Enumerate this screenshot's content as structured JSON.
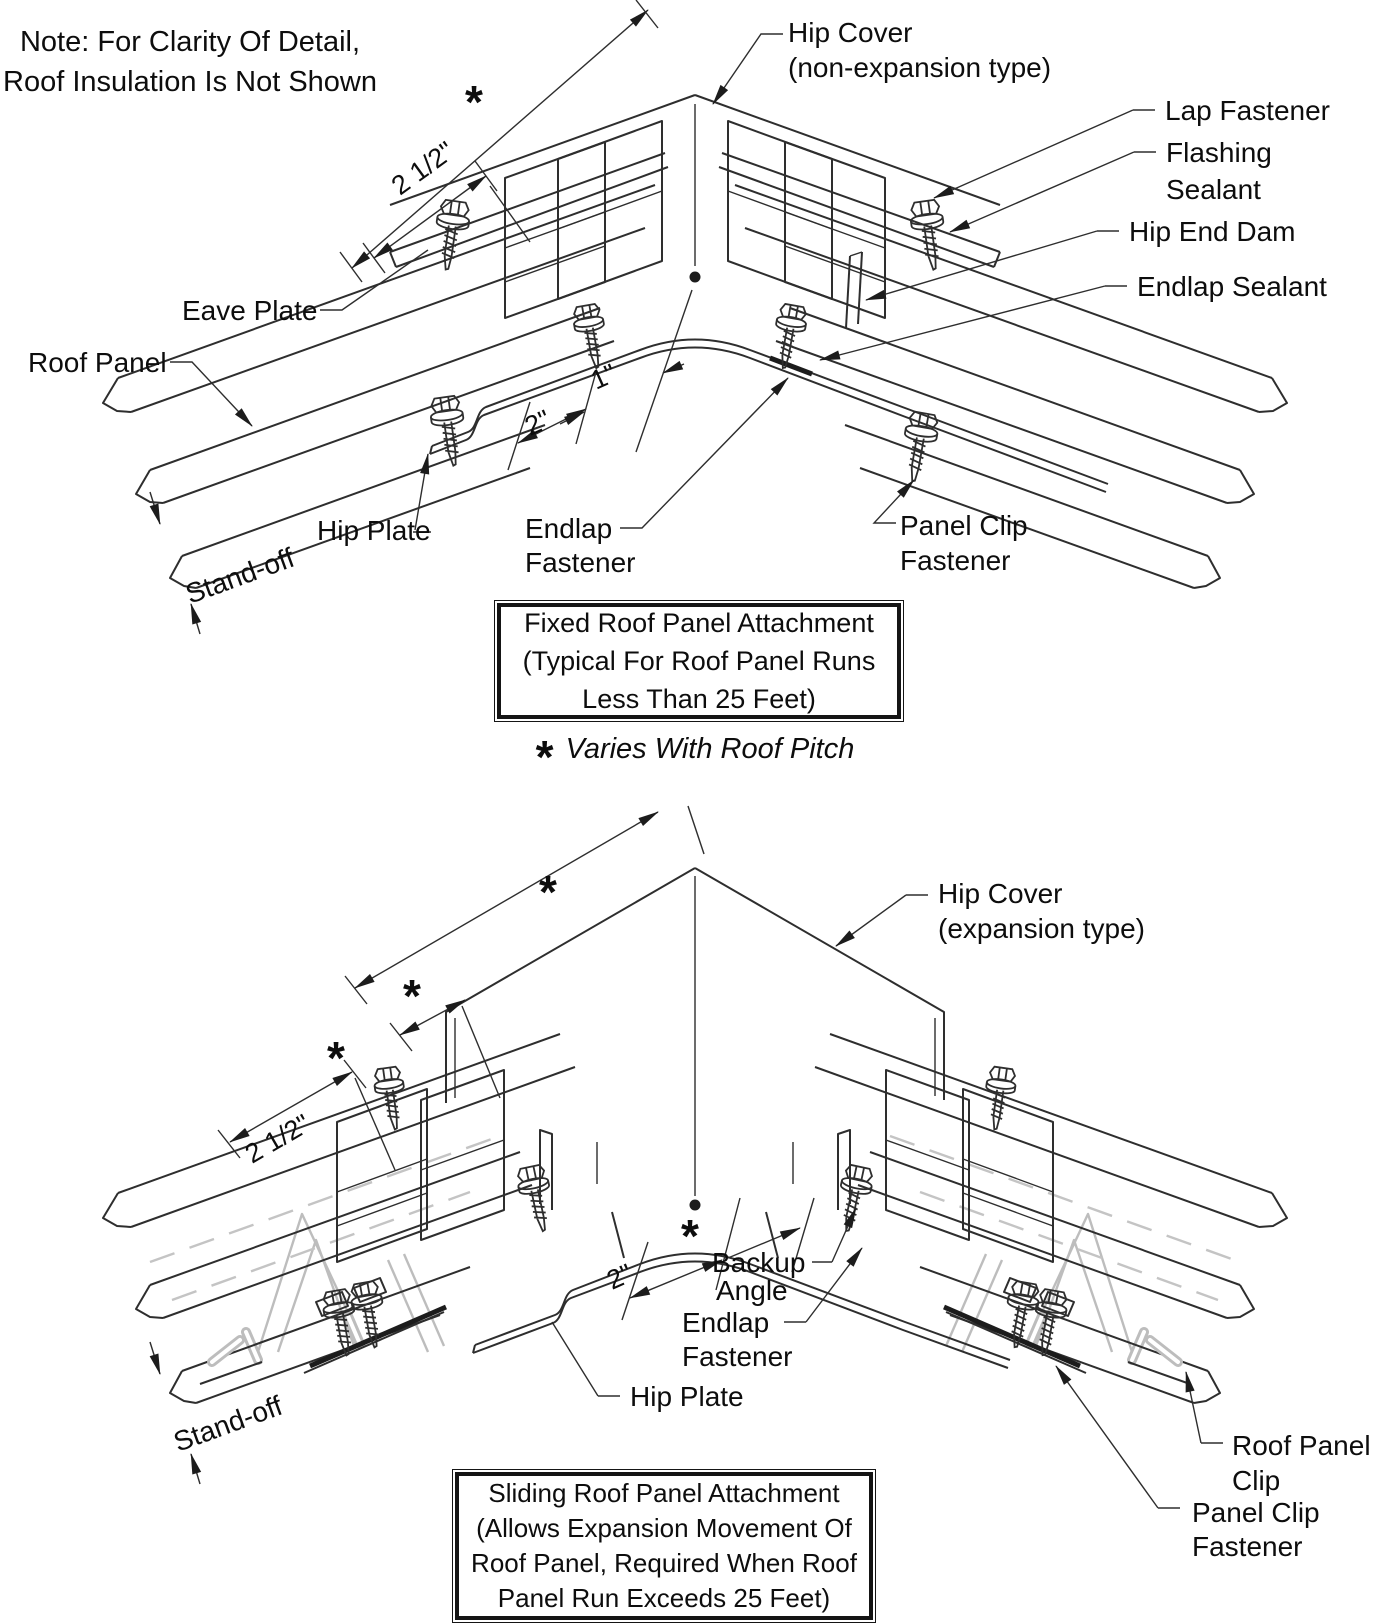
{
  "colors": {
    "background": "#ffffff",
    "line": "#2e2e2e",
    "text": "#0d0d0d",
    "ghost": "#bdbdbd"
  },
  "note": {
    "line1": "Note: For Clarity Of Detail,",
    "line2": "Roof Insulation Is Not Shown"
  },
  "top": {
    "labels": {
      "hip_cover_line1": "Hip Cover",
      "hip_cover_line2": "(non-expansion type)",
      "lap_fastener": "Lap Fastener",
      "flashing_line1": "Flashing",
      "flashing_line2": "Sealant",
      "hip_end_dam": "Hip End Dam",
      "endlap_sealant": "Endlap Sealant",
      "eave_plate": "Eave Plate",
      "roof_panel": "Roof Panel",
      "hip_plate": "Hip Plate",
      "endlap_fastener_line1": "Endlap",
      "endlap_fastener_line2": "Fastener",
      "panel_clip_line1": "Panel Clip",
      "panel_clip_line2": "Fastener",
      "stand_off": "Stand-off"
    },
    "dims": {
      "asterisk": "*",
      "two_half": "2 1/2\"",
      "two": "2\"",
      "one": "1\""
    },
    "title_box": [
      "Fixed Roof Panel Attachment",
      "(Typical For Roof Panel Runs",
      "Less Than 25 Feet)"
    ],
    "footnote": {
      "symbol": "*",
      "text": "Varies With Roof Pitch"
    }
  },
  "bottom": {
    "labels": {
      "hip_cover_line1": "Hip Cover",
      "hip_cover_line2": "(expansion type)",
      "backup_line1": "Backup",
      "backup_line2": "Angle",
      "endlap_fastener_line1": "Endlap",
      "endlap_fastener_line2": "Fastener",
      "hip_plate": "Hip Plate",
      "stand_off": "Stand-off",
      "roof_panel_clip_line1": "Roof Panel",
      "roof_panel_clip_line2": "Clip",
      "panel_clip_line1": "Panel Clip",
      "panel_clip_line2": "Fastener"
    },
    "dims": {
      "asterisk": "*",
      "two_half": "2 1/2\"",
      "two": "2\""
    },
    "title_box": [
      "Sliding Roof Panel Attachment",
      "(Allows Expansion Movement Of",
      "Roof Panel, Required When Roof",
      "Panel Run Exceeds 25 Feet)"
    ]
  }
}
